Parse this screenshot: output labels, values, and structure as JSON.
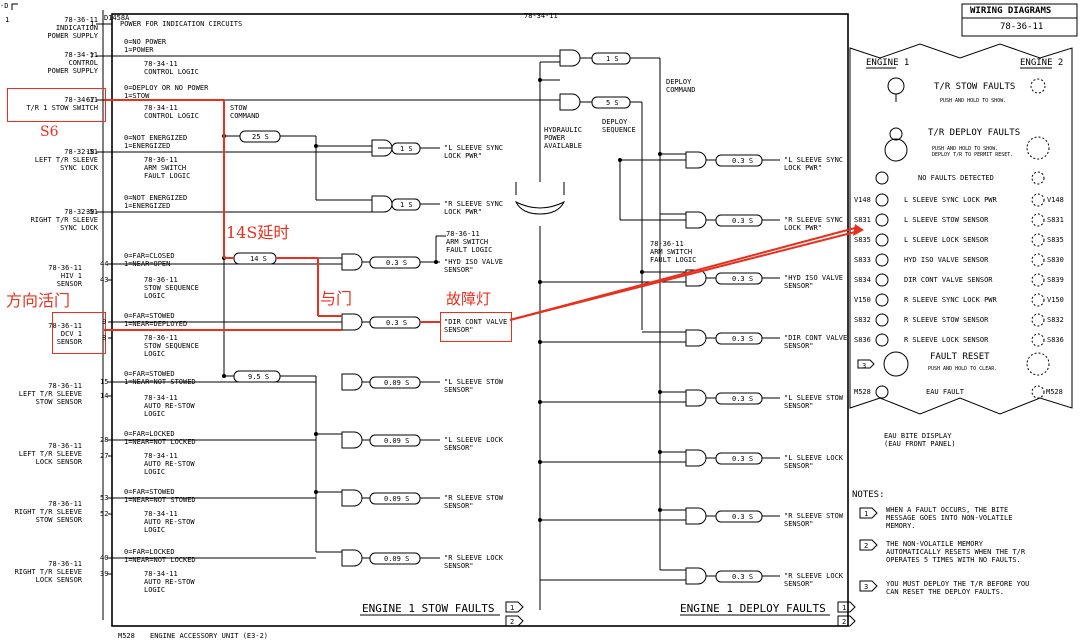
{
  "header": {
    "corner_label": "-D",
    "corner_num": "1",
    "component": "D1458A",
    "top_center": "78-34-11",
    "box_title": "WIRING DIAGRAMS",
    "box_ref": "78-36-11"
  },
  "pins": {
    "p1": {
      "num": "1",
      "desc": "POWER FOR INDICATION CIRCUITS"
    },
    "p7": {
      "num": "7"
    },
    "p67": {
      "num": "67"
    },
    "p18": {
      "num": "18"
    },
    "p30": {
      "num": "30"
    },
    "p44": {
      "num": "44"
    },
    "p43": {
      "num": "43"
    },
    "p9": {
      "num": "9"
    },
    "p8": {
      "num": "8"
    },
    "p15": {
      "num": "15"
    },
    "p14": {
      "num": "14"
    },
    "p28": {
      "num": "28"
    },
    "p27": {
      "num": "27"
    },
    "p53": {
      "num": "53"
    },
    "p52": {
      "num": "52"
    },
    "p40": {
      "num": "40"
    },
    "p39": {
      "num": "39"
    }
  },
  "left_labels": {
    "indication": "78-36-11\nINDICATION\nPOWER SUPPLY",
    "control": "78-34-11\nCONTROL\nPOWER SUPPLY",
    "tr1": "78-34-11\nT/R 1 STOW SWITCH",
    "left_sync": "78-32-51\nLEFT T/R SLEEVE\nSYNC LOCK",
    "right_sync": "78-32-51\nRIGHT T/R SLEEVE\nSYNC LOCK",
    "hiv": "78-36-11\nHIV 1\nSENSOR",
    "dcv": "78-36-11\nDCV 1\nSENSOR",
    "ls_stow": "78-36-11\nLEFT T/R SLEEVE\nSTOW SENSOR",
    "ls_lock": "78-36-11\nLEFT T/R SLEEVE\nLOCK SENSOR",
    "rs_stow": "78-36-11\nRIGHT T/R SLEEVE\nSTOW SENSOR",
    "rs_lock": "78-36-11\nRIGHT T/R SLEEVE\nLOCK SENSOR"
  },
  "inner_labels": {
    "no_power": "0=NO POWER\n1=POWER",
    "ctrl_logic": "78-34-11\nCONTROL LOGIC",
    "deploy_or": "0=DEPLOY OR NO POWER\n1=STOW",
    "ctrl_logic2": "78-34-11\nCONTROL LOGIC",
    "stow_cmd": "STOW\nCOMMAND",
    "not_energized": "0=NOT ENERGIZED\n1=ENERGIZED",
    "arm_switch": "78-36-11\nARM SWITCH\nFAULT LOGIC",
    "not_energized2": "0=NOT ENERGIZED\n1=ENERGIZED",
    "far_closed": "0=FAR=CLOSED\n1=NEAR=OPEN",
    "stow_seq": "78-36-11\nSTOW SEQUENCE\nLOGIC",
    "far_stowed": "0=FAR=STOWED\n1=NEAR=DEPLOYED",
    "stow_seq2": "78-36-11\nSTOW SEQUENCE\nLOGIC",
    "far_stowed2": "0=FAR=STOWED\n1=NEAR=NOT STOWED",
    "auto_restow1": "78-34-11\nAUTO RE-STOW\nLOGIC",
    "far_locked": "0=FAR=LOCKED\n1=NEAR=NOT LOCKED",
    "auto_restow2": "78-34-11\nAUTO RE-STOW\nLOGIC",
    "far_stowed3": "0=FAR=STOWED\n1=NEAR=NOT STOWED",
    "auto_restow3": "78-34-11\nAUTO RE-STOW\nLOGIC",
    "far_locked2": "0=FAR=LOCKED\n1=NEAR=NOT LOCKED",
    "auto_restow4": "78-34-11\nAUTO RE-STOW\nLOGIC",
    "arm_fault_top": "78-36-11\nARM SWITCH\nFAULT LOGIC",
    "hyd_power": "HYDRAULIC\nPOWER\nAVAILABLE",
    "deploy_seq": "DEPLOY\nSEQUENCE",
    "deploy_cmd": "DEPLOY\nCOMMAND",
    "arm_fault_right": "78-36-11\nARM SWITCH\nFAULT LOGIC"
  },
  "timers": {
    "t1": "1 S",
    "t5": "5 S",
    "t25": "25 S",
    "t1a": "1 S",
    "t1b": "1 S",
    "t14": "14 S",
    "t03a": "0.3 S",
    "t03b": "0.3 S",
    "t95": "9.5 S",
    "t009a": "0.09 S",
    "t009b": "0.09 S",
    "t009c": "0.09 S",
    "t009d": "0.09 S",
    "r03a": "0.3 S",
    "r03b": "0.3 S",
    "r03c": "0.3 S",
    "r03d": "0.3 S",
    "r03e": "0.3 S",
    "r03f": "0.3 S",
    "r03g": "0.3 S",
    "r03h": "0.3 S"
  },
  "outputs_mid": {
    "l_sync": "\"L SLEEVE SYNC\nLOCK PWR\"",
    "r_sync": "\"R SLEEVE SYNC\nLOCK PWR\"",
    "hyd_iso": "\"HYD ISO VALVE\nSENSOR\"",
    "dir_cont": "\"DIR CONT VALVE\nSENSOR\"",
    "l_stow": "\"L SLEEVE STOW\nSENSOR\"",
    "l_lock": "\"L SLEEVE LOCK\nSENSOR\"",
    "r_stow": "\"R SLEEVE STOW\nSENSOR\"",
    "r_lock": "\"R SLEEVE LOCK\nSENSOR\""
  },
  "outputs_right": {
    "l_sync": "\"L SLEEVE SYNC\nLOCK PWR\"",
    "r_sync": "\"R SLEEVE SYNC\nLOCK PWR\"",
    "hyd_iso": "\"HYD ISO VALVE\nSENSOR\"",
    "dir_cont": "\"DIR CONT VALVE\nSENSOR\"",
    "l_stow": "\"L SLEEVE STOW\nSENSOR\"",
    "l_lock": "\"L SLEEVE LOCK\nSENSOR\"",
    "r_stow": "\"R SLEEVE STOW\nSENSOR\"",
    "r_lock": "\"R SLEEVE LOCK\nSENSOR\""
  },
  "footer": {
    "stow_faults": "ENGINE 1 STOW FAULTS",
    "deploy_faults": "ENGINE 1 DEPLOY FAULTS",
    "n1": "1",
    "n2": "2",
    "n3": "1",
    "n4": "2",
    "m528": "M528",
    "eau": "ENGINE ACCESSORY UNIT (E3-2)"
  },
  "annotations": {
    "s6": "S6",
    "delay14": "14S延时",
    "and_gate": "与门",
    "direction_door": "方向活门",
    "fault_light": "故障灯"
  },
  "panel": {
    "engine1": "ENGINE 1",
    "engine2": "ENGINE 2",
    "tr_stow": "T/R STOW FAULTS",
    "push_show": "PUSH AND HOLD TO SHOW.",
    "tr_deploy": "T/R DEPLOY FAULTS",
    "push_show2": "PUSH AND HOLD TO SHOW.\nDEPLOY T/R TO PERMIT RESET.",
    "no_faults": "NO FAULTS DETECTED",
    "rows": [
      {
        "l": "V148",
        "m": "L SLEEVE SYNC LOCK PWR",
        "r": "V148"
      },
      {
        "l": "S831",
        "m": "L SLEEVE STOW SENSOR",
        "r": "S831"
      },
      {
        "l": "S835",
        "m": "L SLEEVE LOCK SENSOR",
        "r": "S835"
      },
      {
        "l": "S833",
        "m": "HYD ISO VALVE SENSOR",
        "r": "S830"
      },
      {
        "l": "S834",
        "m": "DIR CONT VALVE SENSOR",
        "r": "S839"
      },
      {
        "l": "V150",
        "m": "R SLEEVE SYNC LOCK PWR",
        "r": "V150"
      },
      {
        "l": "S832",
        "m": "R SLEEVE STOW SENSOR",
        "r": "S832"
      },
      {
        "l": "S836",
        "m": "R SLEEVE LOCK SENSOR",
        "r": "S836"
      }
    ],
    "fault_reset": "FAULT RESET",
    "push_clear": "PUSH AND HOLD TO CLEAR.",
    "note3_tag": "3",
    "m528": "M528",
    "eau_fault": "EAU FAULT",
    "m528r": "M528",
    "display": "EAU BITE DISPLAY\n(EAU FRONT PANEL)"
  },
  "notes": {
    "title": "NOTES:",
    "items": [
      {
        "n": "1",
        "text": "WHEN A FAULT OCCURS, THE BITE\nMESSAGE GOES INTO NON-VOLATILE\nMEMORY."
      },
      {
        "n": "2",
        "text": "THE NON-VOLATILE MEMORY\nAUTOMATICALLY RESETS WHEN THE T/R\nOPERATES 5 TIMES WITH NO FAULTS."
      },
      {
        "n": "3",
        "text": "YOU MUST DEPLOY THE T/R BEFORE YOU\nCAN RESET THE DEPLOY FAULTS."
      }
    ]
  },
  "colors": {
    "annotation": "#e8301e",
    "ink": "#000000"
  }
}
